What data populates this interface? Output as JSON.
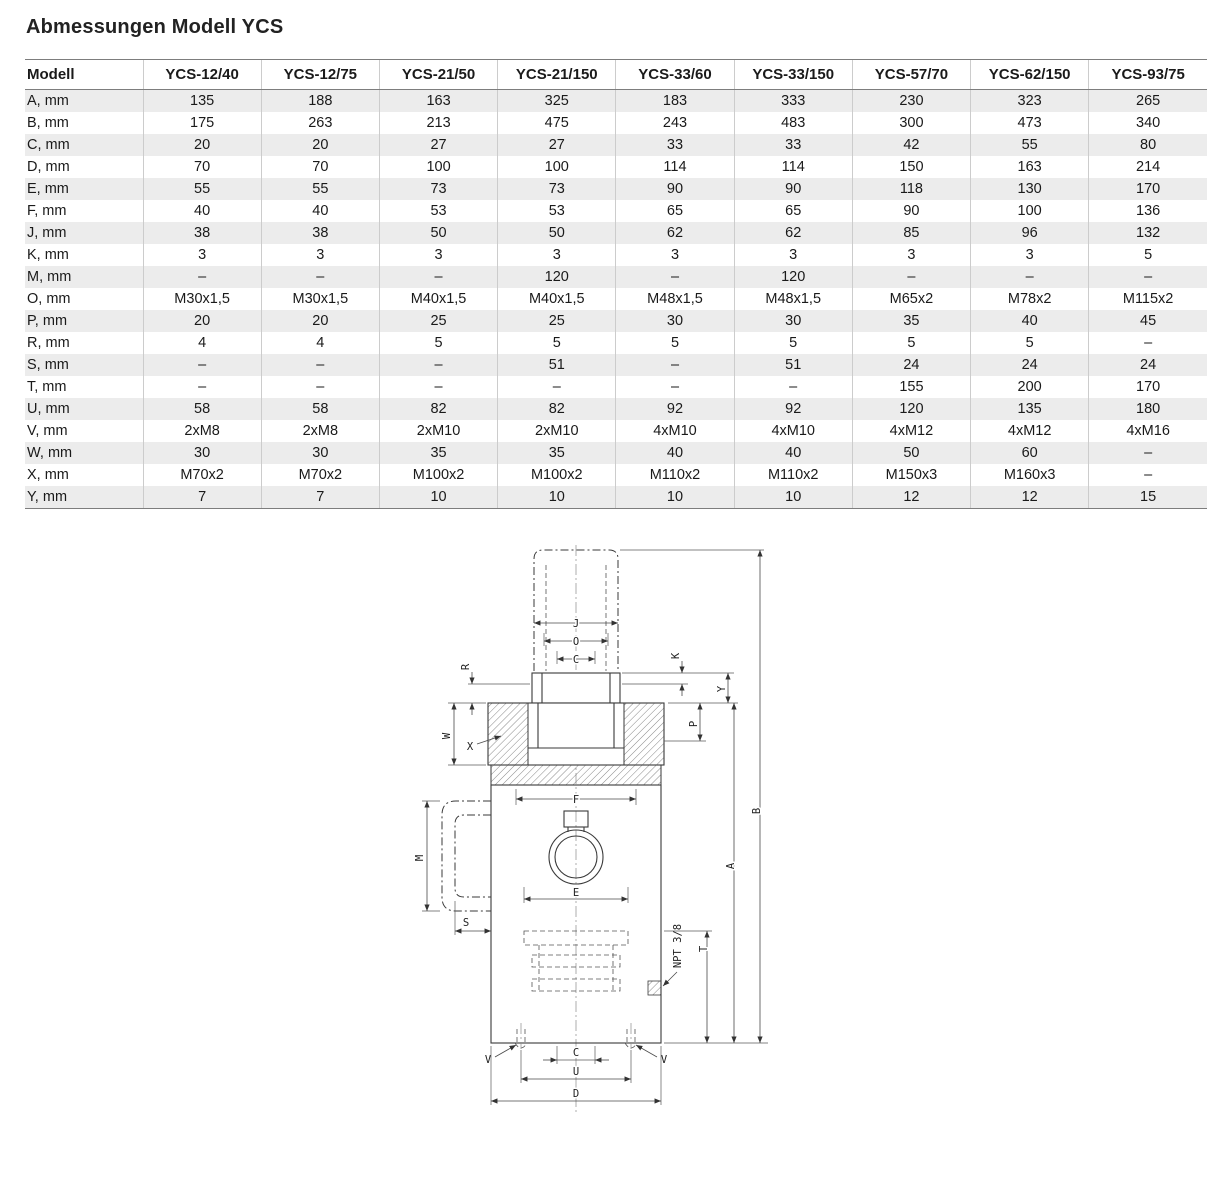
{
  "title": "Abmessungen Modell YCS",
  "table": {
    "first_column_header": "Modell",
    "columns": [
      "YCS-12/40",
      "YCS-12/75",
      "YCS-21/50",
      "YCS-21/150",
      "YCS-33/60",
      "YCS-33/150",
      "YCS-57/70",
      "YCS-62/150",
      "YCS-93/75"
    ],
    "rows": [
      {
        "label": "A, mm",
        "values": [
          "135",
          "188",
          "163",
          "325",
          "183",
          "333",
          "230",
          "323",
          "265"
        ]
      },
      {
        "label": "B, mm",
        "values": [
          "175",
          "263",
          "213",
          "475",
          "243",
          "483",
          "300",
          "473",
          "340"
        ]
      },
      {
        "label": "C, mm",
        "values": [
          "20",
          "20",
          "27",
          "27",
          "33",
          "33",
          "42",
          "55",
          "80"
        ]
      },
      {
        "label": "D, mm",
        "values": [
          "70",
          "70",
          "100",
          "100",
          "114",
          "114",
          "150",
          "163",
          "214"
        ]
      },
      {
        "label": "E, mm",
        "values": [
          "55",
          "55",
          "73",
          "73",
          "90",
          "90",
          "118",
          "130",
          "170"
        ]
      },
      {
        "label": "F, mm",
        "values": [
          "40",
          "40",
          "53",
          "53",
          "65",
          "65",
          "90",
          "100",
          "136"
        ]
      },
      {
        "label": "J, mm",
        "values": [
          "38",
          "38",
          "50",
          "50",
          "62",
          "62",
          "85",
          "96",
          "132"
        ]
      },
      {
        "label": "K, mm",
        "values": [
          "3",
          "3",
          "3",
          "3",
          "3",
          "3",
          "3",
          "3",
          "5"
        ]
      },
      {
        "label": "M, mm",
        "values": [
          "–",
          "–",
          "–",
          "120",
          "–",
          "120",
          "–",
          "–",
          "–"
        ]
      },
      {
        "label": "O, mm",
        "values": [
          "M30x1,5",
          "M30x1,5",
          "M40x1,5",
          "M40x1,5",
          "M48x1,5",
          "M48x1,5",
          "M65x2",
          "M78x2",
          "M115x2"
        ]
      },
      {
        "label": "P, mm",
        "values": [
          "20",
          "20",
          "25",
          "25",
          "30",
          "30",
          "35",
          "40",
          "45"
        ]
      },
      {
        "label": "R, mm",
        "values": [
          "4",
          "4",
          "5",
          "5",
          "5",
          "5",
          "5",
          "5",
          "–"
        ]
      },
      {
        "label": "S, mm",
        "values": [
          "–",
          "–",
          "–",
          "51",
          "–",
          "51",
          "24",
          "24",
          "24"
        ]
      },
      {
        "label": "T, mm",
        "values": [
          "–",
          "–",
          "–",
          "–",
          "–",
          "–",
          "155",
          "200",
          "170"
        ]
      },
      {
        "label": "U, mm",
        "values": [
          "58",
          "58",
          "82",
          "82",
          "92",
          "92",
          "120",
          "135",
          "180"
        ]
      },
      {
        "label": "V, mm",
        "values": [
          "2xM8",
          "2xM8",
          "2xM10",
          "2xM10",
          "4xM10",
          "4xM10",
          "4xM12",
          "4xM12",
          "4xM16"
        ]
      },
      {
        "label": "W, mm",
        "values": [
          "30",
          "30",
          "35",
          "35",
          "40",
          "40",
          "50",
          "60",
          "–"
        ]
      },
      {
        "label": "X, mm",
        "values": [
          "M70x2",
          "M70x2",
          "M100x2",
          "M100x2",
          "M110x2",
          "M110x2",
          "M150x3",
          "M160x3",
          "–"
        ]
      },
      {
        "label": "Y, mm",
        "values": [
          "7",
          "7",
          "10",
          "10",
          "10",
          "10",
          "12",
          "12",
          "15"
        ]
      }
    ]
  },
  "drawing": {
    "labels": {
      "j": "J",
      "o": "O",
      "c_top": "C",
      "k": "K",
      "y": "Y",
      "p": "P",
      "r": "R",
      "w": "W",
      "x": "X",
      "f": "F",
      "e": "E",
      "m": "M",
      "s": "S",
      "npt": "NPT 3/8",
      "t": "T",
      "a": "A",
      "b": "B",
      "v_left": "V",
      "v_right": "V",
      "c_bottom": "C",
      "u": "U",
      "d": "D"
    }
  }
}
